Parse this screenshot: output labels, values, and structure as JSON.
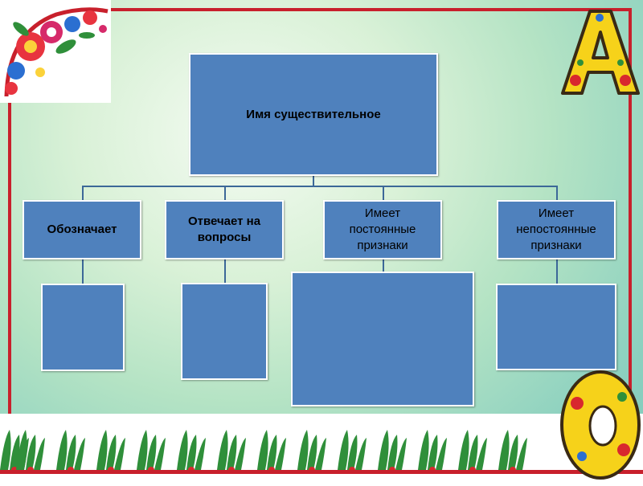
{
  "diagram": {
    "root": {
      "label": "Имя существительное"
    },
    "branches": [
      {
        "label": "Обозначает"
      },
      {
        "label": "Отвечает на вопросы"
      },
      {
        "label": "Имеет постоянные признаки"
      },
      {
        "label": "Имеет непостоянные признаки"
      }
    ]
  },
  "decor": {
    "frame_color": "#c8202c",
    "box_color": "#4f81bd",
    "connector_color": "#3c6898",
    "letter_top": "А",
    "letter_bottom": "О"
  }
}
